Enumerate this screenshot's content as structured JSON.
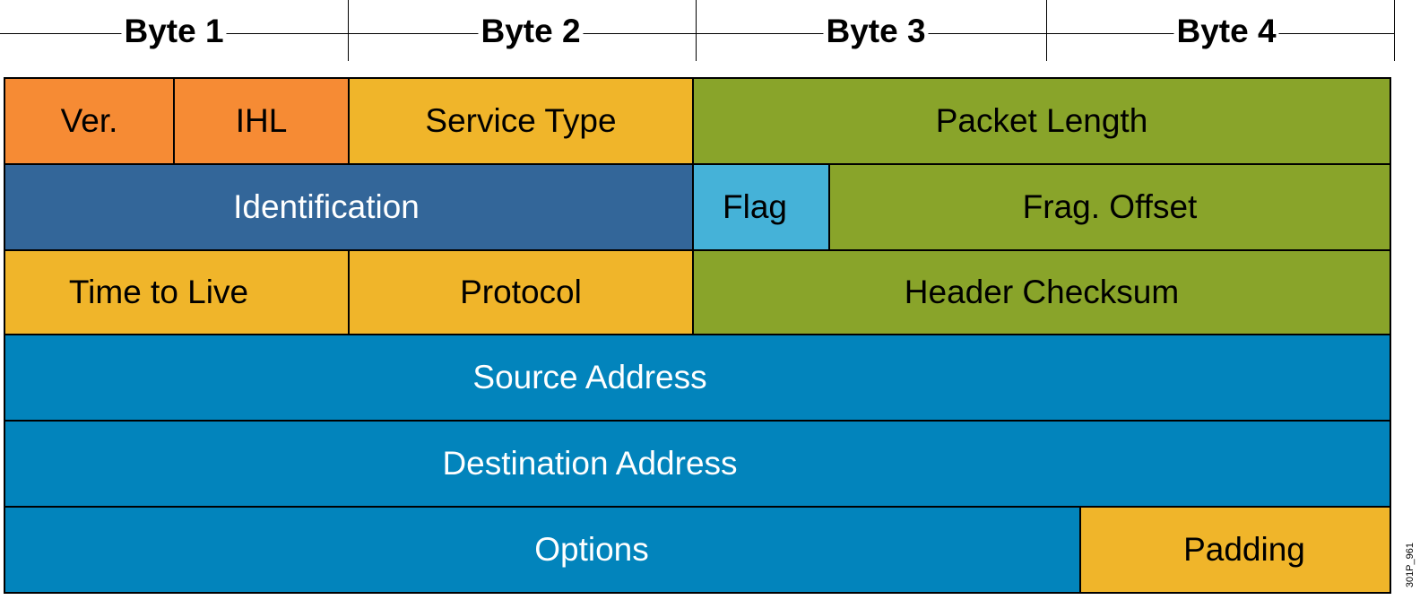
{
  "header": {
    "bytes": [
      "Byte 1",
      "Byte 2",
      "Byte 3",
      "Byte 4"
    ]
  },
  "rows": [
    {
      "fields": [
        {
          "label": "Ver.",
          "color": "#f68b34"
        },
        {
          "label": "IHL",
          "color": "#f68b34"
        },
        {
          "label": "Service Type",
          "color": "#f0b52a"
        },
        {
          "label": "Packet Length",
          "color": "#89a42a"
        }
      ]
    },
    {
      "fields": [
        {
          "label": "Identification",
          "color": "#336699"
        },
        {
          "label": "Flag",
          "color": "#45b2d8"
        },
        {
          "label": "Frag. Offset",
          "color": "#89a42a"
        }
      ]
    },
    {
      "fields": [
        {
          "label": "Time to Live",
          "color": "#f0b52a"
        },
        {
          "label": "Protocol",
          "color": "#f0b52a"
        },
        {
          "label": "Header Checksum",
          "color": "#89a42a"
        }
      ]
    },
    {
      "fields": [
        {
          "label": "Source Address",
          "color": "#0284bc"
        }
      ]
    },
    {
      "fields": [
        {
          "label": "Destination Address",
          "color": "#0284bc"
        }
      ]
    },
    {
      "fields": [
        {
          "label": "Options",
          "color": "#0284bc"
        },
        {
          "label": "Padding",
          "color": "#f0b52a"
        }
      ]
    }
  ],
  "figure_id": "301P_961"
}
